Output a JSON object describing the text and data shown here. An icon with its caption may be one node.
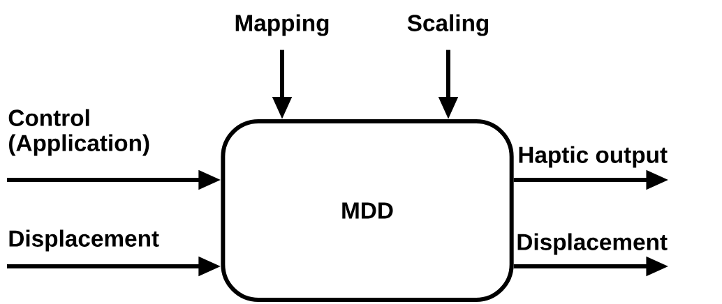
{
  "diagram": {
    "nodes": [
      {
        "text": [
          "MDD"
        ]
      },
      {
        "text": [
          "Mapping"
        ]
      },
      {
        "text": [
          "Scaling"
        ]
      },
      {
        "text": [
          "Control (Application)"
        ]
      },
      {
        "text": [
          "Displacement"
        ]
      },
      {
        "text": [
          "Haptic output"
        ]
      },
      {
        "text": [
          "Displacement"
        ]
      }
    ],
    "edges": [
      {
        "from": 1,
        "to": 0,
        "arrow": "to"
      },
      {
        "from": 2,
        "to": 0,
        "arrow": "to"
      },
      {
        "from": 3,
        "to": 0,
        "arrow": "to"
      },
      {
        "from": 4,
        "to": 0,
        "arrow": "to"
      },
      {
        "from": 0,
        "to": 5,
        "arrow": "to"
      },
      {
        "from": 0,
        "to": 6,
        "arrow": "to"
      }
    ]
  }
}
